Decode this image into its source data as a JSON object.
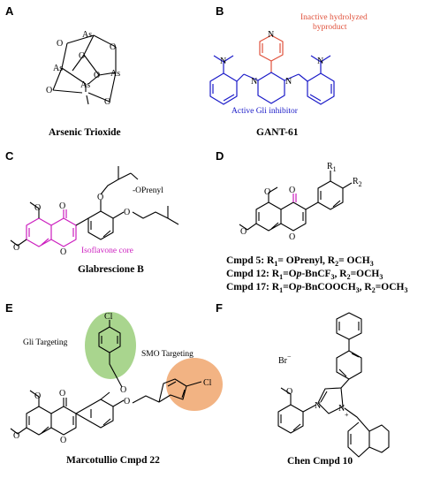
{
  "colors": {
    "gli_inhibitor": "#1a1ac8",
    "byproduct": "#e0523c",
    "isoflavone": "#cc1fbf",
    "gli_target_bg": "#a9d58e",
    "smo_target_bg": "#f2b383"
  },
  "panels": {
    "A": {
      "letter": "A",
      "caption": "Arsenic Trioxide",
      "as": "As",
      "o": "O"
    },
    "B": {
      "letter": "B",
      "caption": "GANT-61",
      "active_label": "Active Gli inhibitor",
      "byproduct_line1": "Inactive hydrolyzed",
      "byproduct_line2": "byproduct",
      "n": "N"
    },
    "C": {
      "letter": "C",
      "caption": "Glabrescione B",
      "oprenyl": "-OPrenyl",
      "core_label": "Isoflavone core",
      "o": "O"
    },
    "D": {
      "letter": "D",
      "r1": "R",
      "r2": "R",
      "sub1": "1",
      "sub2": "2",
      "o": "O",
      "compounds": [
        {
          "name": "Cmpd 5: R",
          "s1": "1",
          "v1": "= OPrenyl, R",
          "s2": "2",
          "v2": "= OCH",
          "s3": "3"
        },
        {
          "name": "Cmpd 12: R",
          "s1": "1",
          "v1": "=O",
          "it": "p",
          "v1b": "-BnCF",
          "s1b": "3",
          "v2": ", R",
          "s2": "2",
          "v3": "=OCH",
          "s3": "3"
        },
        {
          "name": "Cmpd 17: R",
          "s1": "1",
          "v1": "=O",
          "it": "p",
          "v1b": "-BnCOOCH",
          "s1b": "3",
          "v2": ", R",
          "s2": "2",
          "v3": "=OCH",
          "s3": "3"
        }
      ]
    },
    "E": {
      "letter": "E",
      "caption": "Marcotullio Cmpd 22",
      "gli_label": "Gli Targeting",
      "smo_label": "SMO Targeting",
      "cl": "Cl",
      "o": "O"
    },
    "F": {
      "letter": "F",
      "caption": "Chen Cmpd 10",
      "br": "Br",
      "minus": "−",
      "n": "N",
      "plus": "+",
      "o": "O"
    }
  }
}
